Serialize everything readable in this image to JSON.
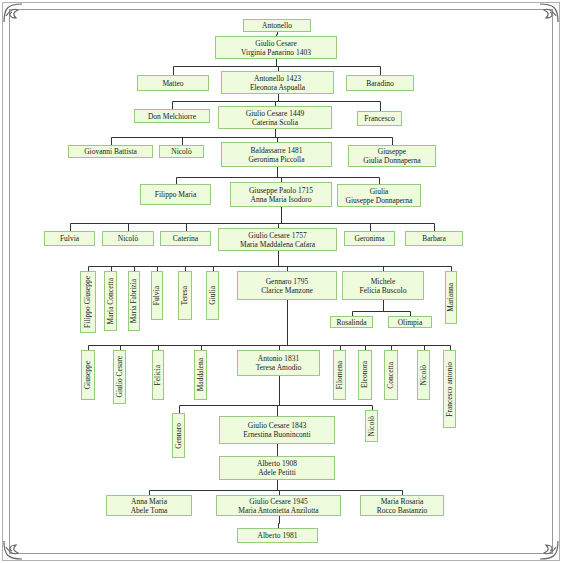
{
  "diagram": {
    "nodes": [
      {
        "text": [
          "Antonello"
        ]
      },
      {
        "text": [
          "Giulio Cesare",
          "Virginia Panarino 1403"
        ]
      },
      {
        "text": [
          "Matteo"
        ]
      },
      {
        "text": [
          "Antonello 1423",
          "Eleonora Aspualla"
        ]
      },
      {
        "text": [
          "Baradino"
        ]
      },
      {
        "text": [
          "Don Melchiorre"
        ]
      },
      {
        "text": [
          "Giulio Cesare 1449",
          "Caterina Scolia"
        ]
      },
      {
        "text": [
          "Francesco"
        ]
      },
      {
        "text": [
          "Giovanni Battista"
        ]
      },
      {
        "text": [
          "Nicolò"
        ]
      },
      {
        "text": [
          "Baldassarre 1481",
          "Geronima Piccolla"
        ]
      },
      {
        "text": [
          "Giuseppe",
          "Giulia Donnaperna"
        ]
      },
      {
        "text": [
          "Filippo Maria"
        ]
      },
      {
        "text": [
          "Giuseppe Paolo 1715",
          "Anna Maria Isodoro"
        ]
      },
      {
        "text": [
          "Giulia",
          "Giuseppe Donnaperna"
        ]
      },
      {
        "text": [
          "Fulvia"
        ]
      },
      {
        "text": [
          "Nicolò"
        ]
      },
      {
        "text": [
          "Caterina"
        ]
      },
      {
        "text": [
          "Giulio Cesare 1757",
          "Maria Maddalena Cafara"
        ]
      },
      {
        "text": [
          "Geronima"
        ]
      },
      {
        "text": [
          "Barbara"
        ]
      },
      {
        "text": [
          "Filippo Giuseppe"
        ]
      },
      {
        "text": [
          "Maria Concetta"
        ]
      },
      {
        "text": [
          "Maria Fabrizia"
        ]
      },
      {
        "text": [
          "Fulvia"
        ]
      },
      {
        "text": [
          "Teresa"
        ]
      },
      {
        "text": [
          "Giulia"
        ]
      },
      {
        "text": [
          "Gennaro 1795",
          "Clarice Manzone"
        ]
      },
      {
        "text": [
          "Michele",
          "Felicia Buscolo"
        ]
      },
      {
        "text": [
          "Marianna"
        ]
      },
      {
        "text": [
          "Rosalinda"
        ]
      },
      {
        "text": [
          "Olimpia"
        ]
      },
      {
        "text": [
          "Giuseppe"
        ]
      },
      {
        "text": [
          "Giulio Cesare"
        ]
      },
      {
        "text": [
          "Felicia"
        ]
      },
      {
        "text": [
          "Maddalena"
        ]
      },
      {
        "text": [
          "Antonio 1831",
          "Teresa Amodio"
        ]
      },
      {
        "text": [
          "Filomena"
        ]
      },
      {
        "text": [
          "Eleonora"
        ]
      },
      {
        "text": [
          "Concetta"
        ]
      },
      {
        "text": [
          "Nicolò"
        ]
      },
      {
        "text": [
          "Francesco antonio"
        ]
      },
      {
        "text": [
          "Gennaro"
        ]
      },
      {
        "text": [
          "Giulio Cesare 1843",
          "Ernestina Buoninconti"
        ]
      },
      {
        "text": [
          "Nicolò"
        ]
      },
      {
        "text": [
          "Alberto 1908",
          "Adele Petitti"
        ]
      },
      {
        "text": [
          "Anna Maria",
          "Abele Toma"
        ]
      },
      {
        "text": [
          "Giulio Cesare 1945",
          "Maria Antonietta Anzilotta"
        ]
      },
      {
        "text": [
          "Maria Rosaria",
          "Rocco Bastanzio"
        ]
      },
      {
        "text": [
          "Alberto 1981"
        ]
      }
    ],
    "edges": [
      {
        "from": 0,
        "to": 1,
        "arrow": "none"
      },
      {
        "from": 1,
        "to": 2,
        "arrow": "none"
      },
      {
        "from": 1,
        "to": 3,
        "arrow": "none"
      },
      {
        "from": 1,
        "to": 4,
        "arrow": "none"
      },
      {
        "from": 3,
        "to": 5,
        "arrow": "none"
      },
      {
        "from": 3,
        "to": 6,
        "arrow": "none"
      },
      {
        "from": 3,
        "to": 7,
        "arrow": "none"
      },
      {
        "from": 6,
        "to": 8,
        "arrow": "none"
      },
      {
        "from": 6,
        "to": 9,
        "arrow": "none"
      },
      {
        "from": 6,
        "to": 10,
        "arrow": "none"
      },
      {
        "from": 6,
        "to": 11,
        "arrow": "none"
      },
      {
        "from": 10,
        "to": 12,
        "arrow": "none"
      },
      {
        "from": 10,
        "to": 13,
        "arrow": "none"
      },
      {
        "from": 10,
        "to": 14,
        "arrow": "none"
      },
      {
        "from": 13,
        "to": 15,
        "arrow": "none"
      },
      {
        "from": 13,
        "to": 16,
        "arrow": "none"
      },
      {
        "from": 13,
        "to": 17,
        "arrow": "none"
      },
      {
        "from": 13,
        "to": 18,
        "arrow": "none"
      },
      {
        "from": 13,
        "to": 19,
        "arrow": "none"
      },
      {
        "from": 13,
        "to": 20,
        "arrow": "none"
      },
      {
        "from": 18,
        "to": 21,
        "arrow": "none"
      },
      {
        "from": 18,
        "to": 22,
        "arrow": "none"
      },
      {
        "from": 18,
        "to": 23,
        "arrow": "none"
      },
      {
        "from": 18,
        "to": 24,
        "arrow": "none"
      },
      {
        "from": 18,
        "to": 25,
        "arrow": "none"
      },
      {
        "from": 18,
        "to": 26,
        "arrow": "none"
      },
      {
        "from": 18,
        "to": 27,
        "arrow": "none"
      },
      {
        "from": 18,
        "to": 28,
        "arrow": "none"
      },
      {
        "from": 18,
        "to": 29,
        "arrow": "none"
      },
      {
        "from": 28,
        "to": 30,
        "arrow": "none"
      },
      {
        "from": 28,
        "to": 31,
        "arrow": "none"
      },
      {
        "from": 27,
        "to": 32,
        "arrow": "none"
      },
      {
        "from": 27,
        "to": 33,
        "arrow": "none"
      },
      {
        "from": 27,
        "to": 34,
        "arrow": "none"
      },
      {
        "from": 27,
        "to": 35,
        "arrow": "none"
      },
      {
        "from": 27,
        "to": 36,
        "arrow": "none"
      },
      {
        "from": 27,
        "to": 37,
        "arrow": "none"
      },
      {
        "from": 27,
        "to": 38,
        "arrow": "none"
      },
      {
        "from": 27,
        "to": 39,
        "arrow": "none"
      },
      {
        "from": 27,
        "to": 40,
        "arrow": "none"
      },
      {
        "from": 27,
        "to": 41,
        "arrow": "none"
      },
      {
        "from": 36,
        "to": 42,
        "arrow": "none"
      },
      {
        "from": 36,
        "to": 43,
        "arrow": "none"
      },
      {
        "from": 36,
        "to": 44,
        "arrow": "none"
      },
      {
        "from": 43,
        "to": 45,
        "arrow": "none"
      },
      {
        "from": 45,
        "to": 46,
        "arrow": "none"
      },
      {
        "from": 45,
        "to": 47,
        "arrow": "none"
      },
      {
        "from": 45,
        "to": 48,
        "arrow": "none"
      },
      {
        "from": 47,
        "to": 49,
        "arrow": "none"
      }
    ]
  }
}
